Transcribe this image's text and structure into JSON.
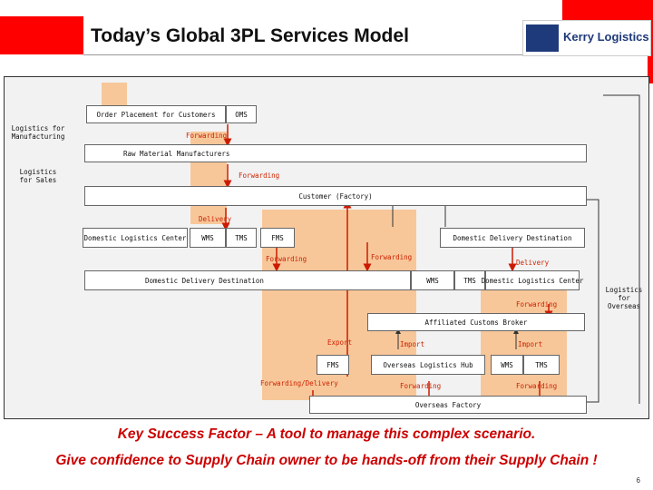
{
  "title": "Today’s Global 3PL Services Model",
  "logo": {
    "text": "Kerry Logistics"
  },
  "diagram": {
    "boxes": {
      "order_placement": "Order Placement for Customers",
      "oms": "OMS",
      "raw_material": "Raw Material Manufacturers",
      "customer_factory": "Customer (Factory)",
      "domestic_lc_left": "Domestic Logistics Center",
      "wms_left": "WMS",
      "tms_left": "TMS",
      "fms_top": "FMS",
      "domestic_dd_right": "Domestic Delivery Destination",
      "domestic_dd_left": "Domestic Delivery Destination",
      "wms_mid": "WMS",
      "tms_mid": "TMS",
      "domestic_lc_right": "Domestic Logistics Center",
      "affiliated_broker": "Affiliated Customs Broker",
      "fms_bottom": "FMS",
      "overseas_hub": "Overseas Logistics Hub",
      "wms_right": "WMS",
      "tms_right": "TMS",
      "overseas_factory": "Overseas Factory"
    },
    "labels": {
      "logistics_manufacturing": "Logistics for Manufacturing",
      "logistics_sales": "Logistics for Sales",
      "logistics_overseas": "Logistics for Overseas",
      "forwarding_1": "Forwarding",
      "forwarding_2": "Forwarding",
      "delivery_1": "Delivery",
      "forwarding_3": "Forwarding",
      "forwarding_4": "Forwarding",
      "delivery_2": "Delivery",
      "forwarding_5": "Forwarding",
      "export": "Export",
      "import_1": "Import",
      "import_2": "Import",
      "forwarding_delivery": "Forwarding/Delivery",
      "forwarding_6": "Forwarding",
      "forwarding_7": "Forwarding"
    }
  },
  "key_success_factor": "Key Success Factor – A tool to manage this complex scenario.",
  "confidence_line": "Give confidence to Supply Chain owner to be hands-off from their Supply Chain !",
  "page_number": "6",
  "colors": {
    "accent_red": "#ff0000",
    "band_orange": "#f7c79a",
    "text_red": "#cc0000",
    "brand_blue": "#1f3a7a"
  }
}
